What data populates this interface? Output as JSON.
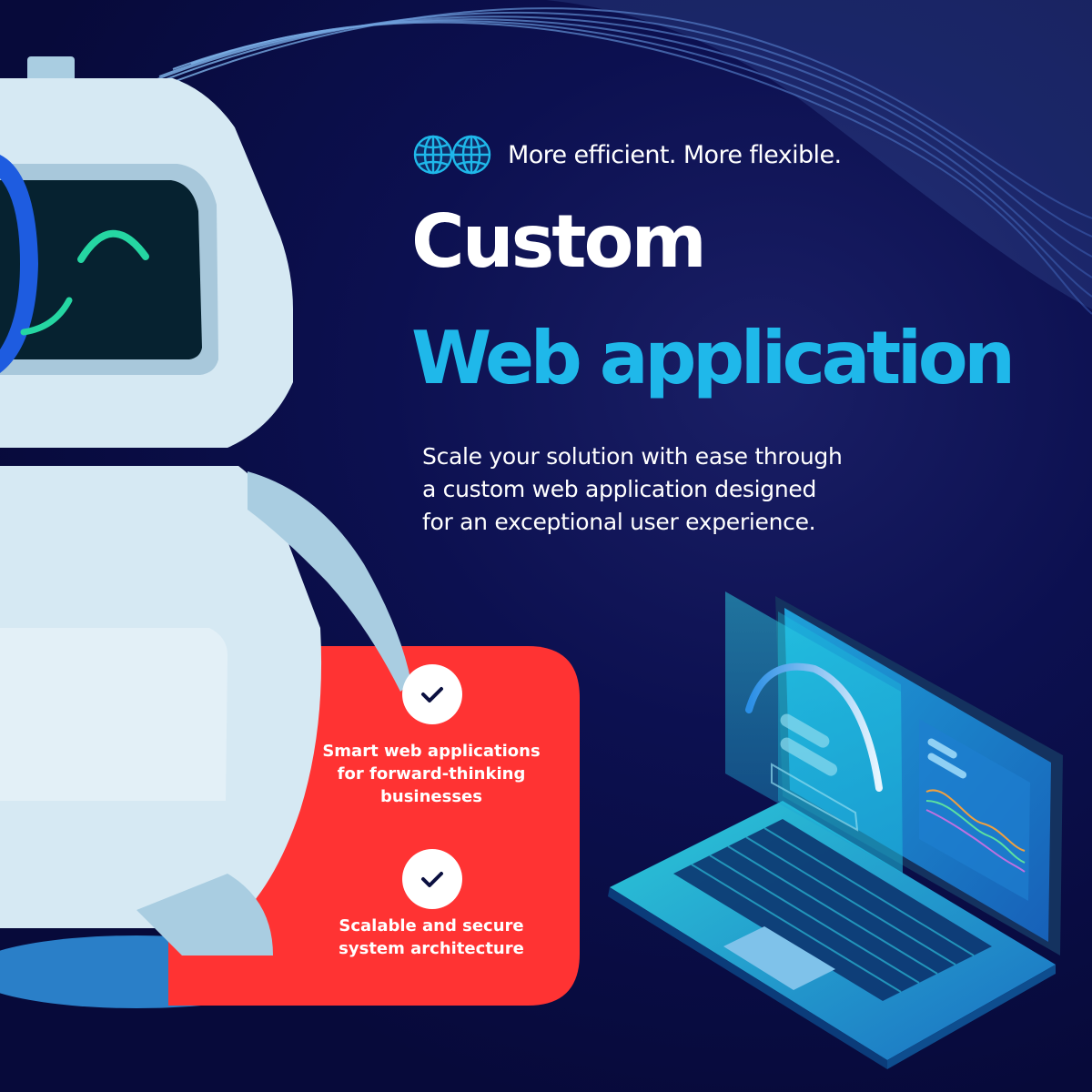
{
  "tagline": "More efficient. More flexible.",
  "title": {
    "line1": "Custom",
    "line2": "Web application"
  },
  "description": {
    "line1": "Scale your solution with ease through",
    "line2": "a custom web application designed",
    "line3": "for an exceptional user experience."
  },
  "features": [
    {
      "line1": "Smart web applications",
      "line2": "for forward-thinking",
      "line3": "businesses"
    },
    {
      "line1": "Scalable and secure",
      "line2": "system architecture"
    }
  ],
  "icons": {
    "logo": "globe-icon",
    "check": "check-icon"
  },
  "colors": {
    "background": "#070a3a",
    "accent": "#1fb8ea",
    "card": "#ff3333",
    "robot": "#d6e9f3",
    "text": "#ffffff"
  }
}
